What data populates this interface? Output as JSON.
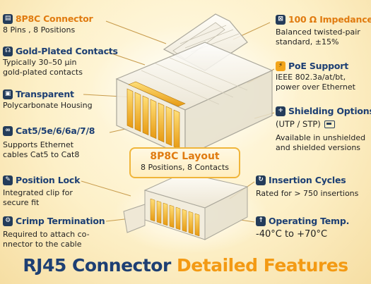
{
  "features": {
    "connector": {
      "icon": "ethernet-icon",
      "title": "8P8C Connector",
      "desc": [
        "8 Pins , 8 Positions"
      ]
    },
    "gold": {
      "icon": "headphone-icon",
      "title": "Gold-Plated Contacts",
      "desc": [
        "Typically 30–50 µin",
        "gold-plated contacts"
      ]
    },
    "transparent": {
      "icon": "housing-icon",
      "title": "Transparent",
      "desc": [
        "Polycarbonate Housing"
      ]
    },
    "cat": {
      "icon": "link-icon",
      "title": "Cat5/5e/6/6a/7/8",
      "desc": [
        "Supports Ethernet",
        "cables Cat5 to Cat8"
      ]
    },
    "lock": {
      "icon": "pencil-icon",
      "title": "Position Lock",
      "desc": [
        "Integrated clip for",
        "secure fit"
      ]
    },
    "crimp": {
      "icon": "crimp-icon",
      "title": "Crimp Termination",
      "desc": [
        "Required to attach co-",
        "nnector to the cable"
      ]
    },
    "impedance": {
      "icon": "impedance-icon",
      "title": "100 Ω Impedance",
      "desc": [
        "Balanced twisted-pair",
        "standard, ±15%"
      ]
    },
    "poe": {
      "icon": "lightning-icon",
      "title": "PoE Support",
      "desc": [
        "IEEE 802.3a/at/bt,",
        "power over Ethernet"
      ]
    },
    "shielding": {
      "icon": "plus-icon",
      "title": "Shielding Options",
      "sub": "(UTP / STP)",
      "desc": [
        "Available in unshielded",
        "and shielded versions"
      ]
    },
    "insertion": {
      "icon": "cycle-icon",
      "title": "Insertion Cycles",
      "desc": [
        "Rated for > 750 insertions"
      ]
    },
    "operating": {
      "icon": "thermometer-icon",
      "title": "Operating Temp.",
      "desc": [
        "-40°C to +70°C"
      ]
    }
  },
  "layout": {
    "title": "8P8C Layout",
    "sub": "8 Positions, 8 Contacts"
  },
  "heading": {
    "part1": "RJ45 Connector",
    "part2": "Detailed Features"
  },
  "colors": {
    "navy": "#1d3f73",
    "orange": "#e07b10",
    "accent": "#f39a14",
    "gold": "#f2b21c"
  }
}
